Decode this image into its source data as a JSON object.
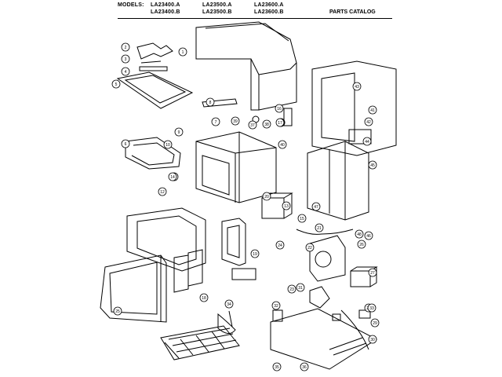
{
  "header": {
    "models_label": "MODELS:",
    "models": [
      "LA23400.A",
      "LA23500.A",
      "LA23600.A",
      "LA23400.B",
      "LA23500.B",
      "LA23600.B"
    ],
    "catalog_title": "PARTS CATALOG"
  },
  "callouts": [
    "1",
    "2",
    "3",
    "4",
    "5",
    "6",
    "7",
    "8",
    "9",
    "10",
    "11",
    "12",
    "13",
    "14",
    "15",
    "16",
    "17",
    "18",
    "19",
    "20",
    "21",
    "22",
    "23",
    "24",
    "25",
    "26",
    "27",
    "28",
    "29",
    "30",
    "31",
    "32",
    "33",
    "34",
    "35",
    "36",
    "37",
    "38",
    "39",
    "40",
    "41",
    "42",
    "43",
    "44",
    "45",
    "46",
    "47",
    "48"
  ]
}
